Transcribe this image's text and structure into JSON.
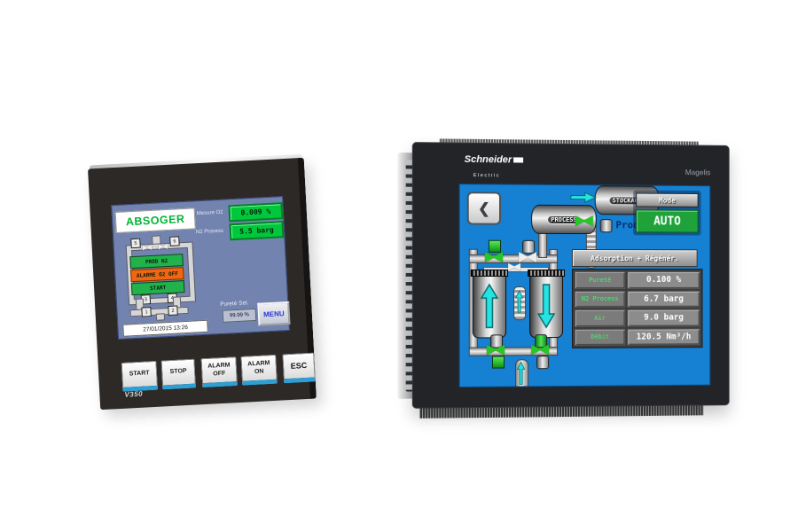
{
  "left": {
    "model": "V350",
    "screen": {
      "brand": "ABSOGER",
      "fields": [
        {
          "label": "Mesure O2",
          "value": "0.009 %"
        },
        {
          "label": "N2 Process",
          "value": "5.5 barg"
        }
      ],
      "status": [
        "PROD N2",
        "ALARME O2 OFF",
        "START"
      ],
      "valve_numbers": [
        "5",
        "6",
        "3",
        "4",
        "1",
        "2"
      ],
      "datetime": "27/01/2015 13:26",
      "purity_label": "Pureté Sel.",
      "purity_value": "99.99 %",
      "menu": "MENU"
    },
    "keys": [
      "START",
      "STOP",
      "ALARM\nOFF",
      "ALARM\nON",
      "ESC"
    ]
  },
  "right": {
    "brand": "Schneider",
    "brand_sub": "Electric",
    "model": "Magelis",
    "screen": {
      "back_icon": "❮",
      "process_label": "PROCESS",
      "stockage_label": "STOCKAGE",
      "prod_label": "Prod",
      "mode_label": "Mode",
      "mode_value": "AUTO",
      "phase_button": "Adsorption + Régénér.",
      "readings": [
        {
          "label": "Pureté",
          "value": "0.100 %"
        },
        {
          "label": "N2 Process",
          "value": "6.7 barg"
        },
        {
          "label": "Air",
          "value": "9.0 barg"
        },
        {
          "label": "Débit",
          "value": "120.5 Nm³/h"
        }
      ]
    }
  },
  "glyphs": {
    "valve": "▶◀"
  },
  "colors": {
    "left_screen_bg": "#7283b0",
    "right_screen_bg": "#1680d2",
    "status_green": "#21b24c",
    "alarm_orange": "#f0670f",
    "value_green": "#00c83c",
    "auto_green": "#1fa23a",
    "cyan_arrow": "#25e3e3",
    "key_blue": "#2e9fd4"
  }
}
